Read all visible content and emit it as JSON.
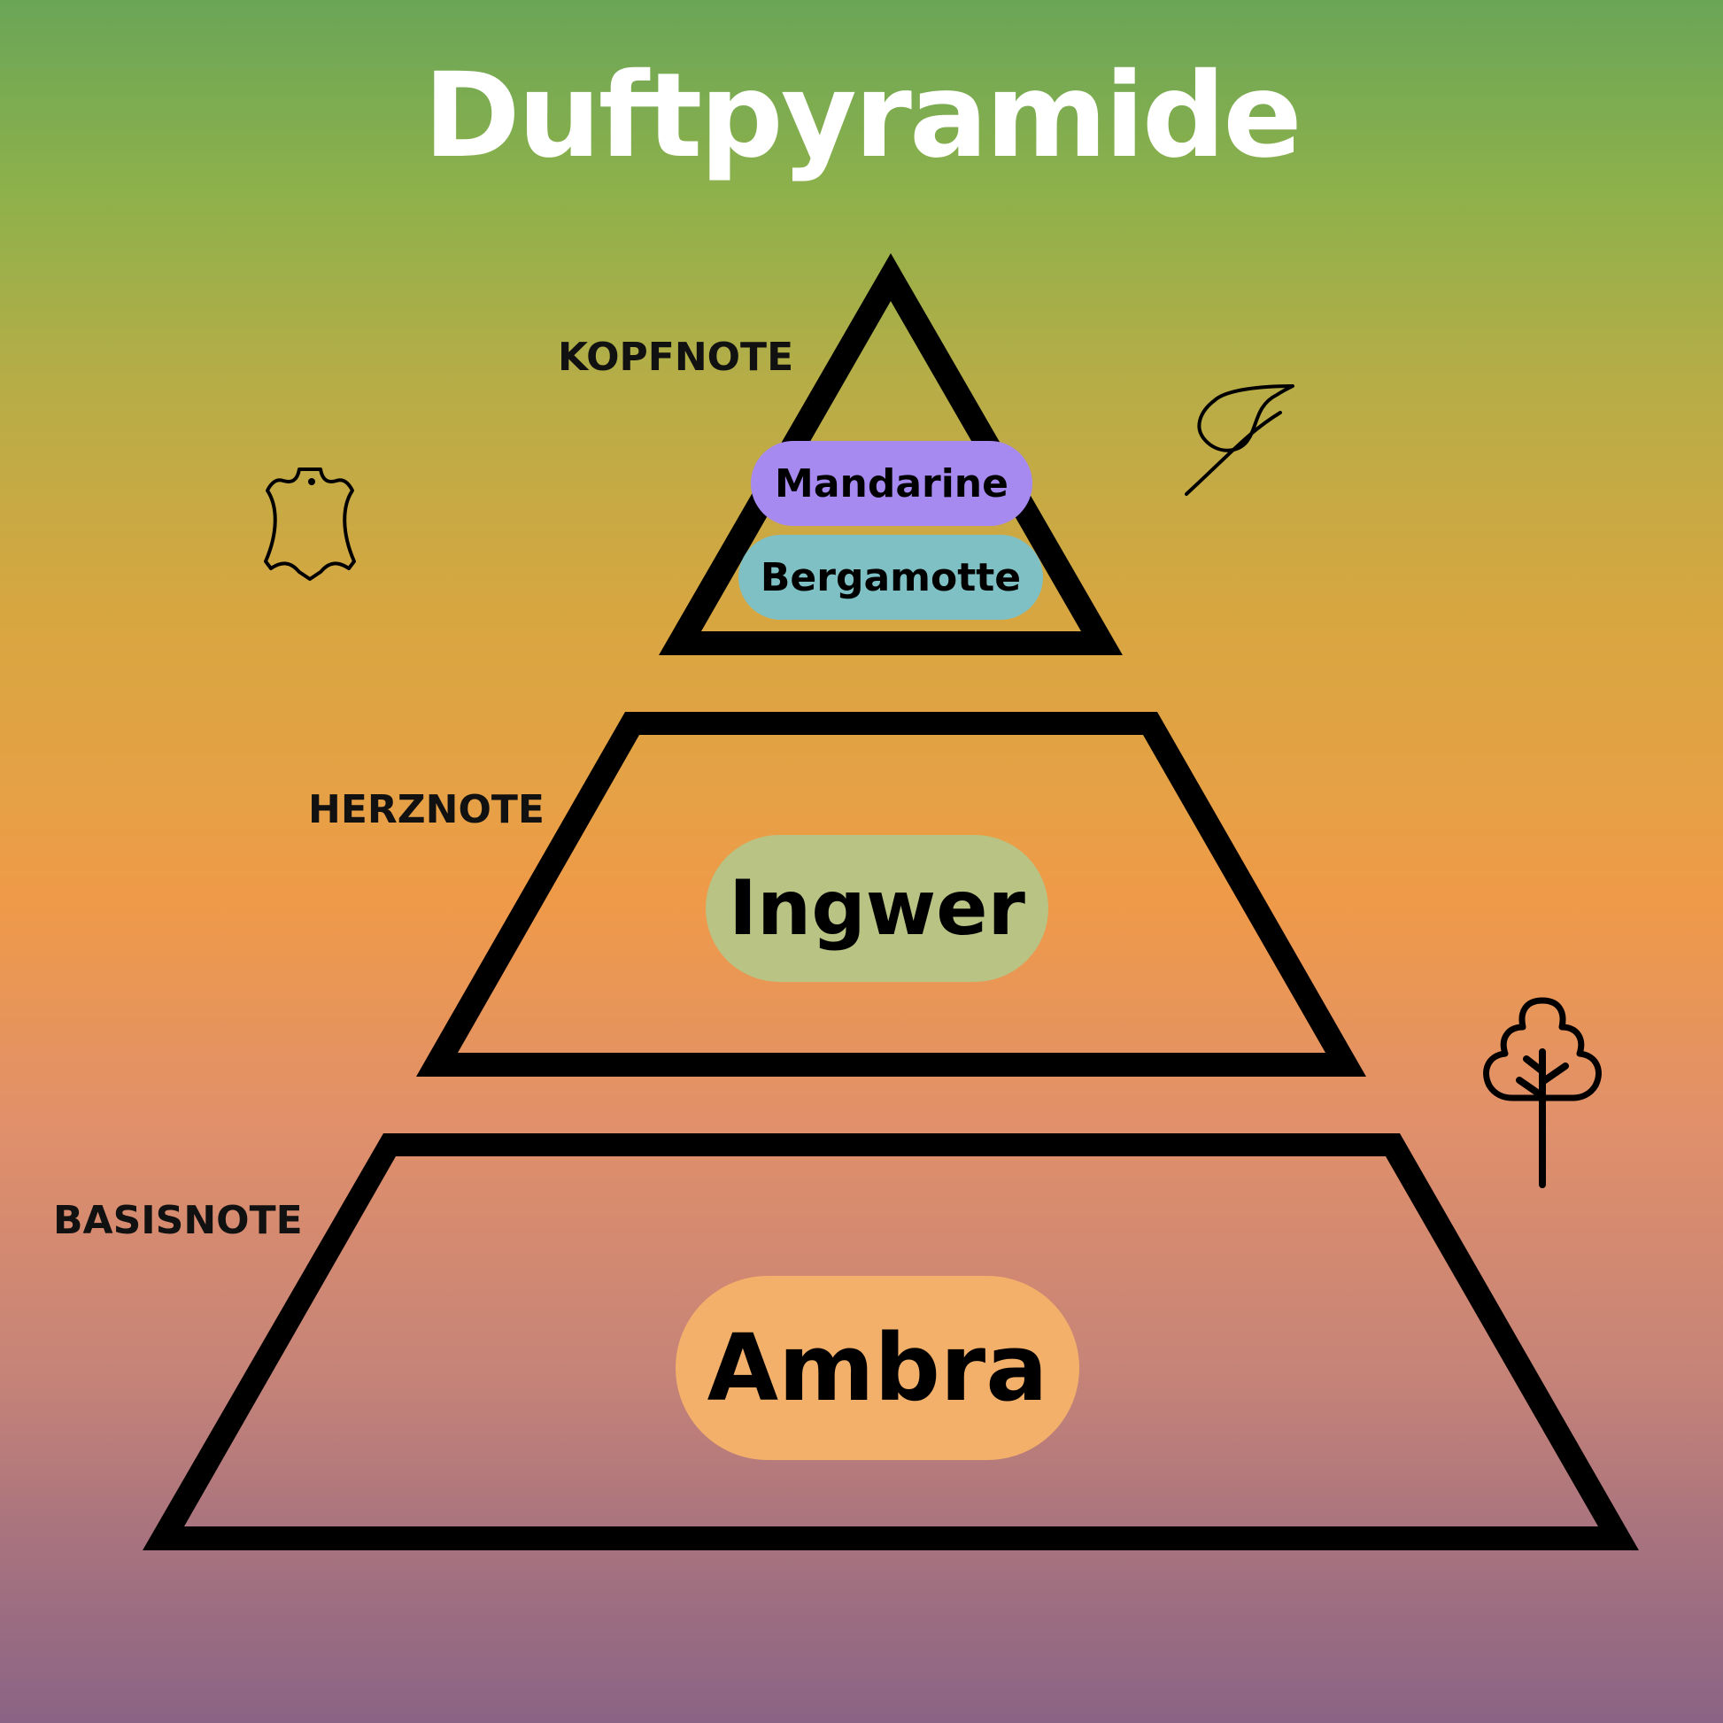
{
  "title": "Duftpyramide",
  "layers": [
    {
      "label": "KOPFNOTE",
      "notes": [
        "Mandarine",
        "Bergamotte"
      ]
    },
    {
      "label": "HERZNOTE",
      "notes": [
        "Ingwer"
      ]
    },
    {
      "label": "BASISNOTE",
      "notes": [
        "Ambra"
      ]
    }
  ],
  "icons": [
    "leather-icon",
    "leaf-icon",
    "tree-icon"
  ],
  "colors": {
    "mandarine": "#a78af0",
    "bergamotte": "#7ec0c4",
    "ingwer": "#b8c384",
    "ambra": "#f2b06a",
    "title": "#ffffff",
    "outline": "#000000"
  }
}
